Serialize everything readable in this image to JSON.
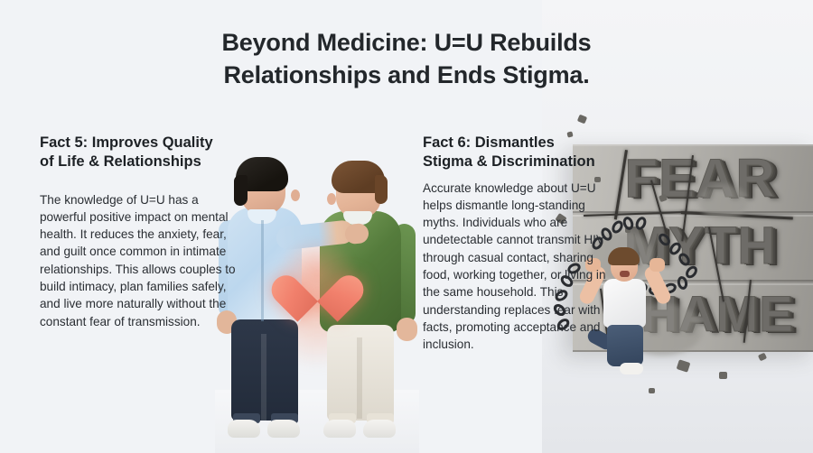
{
  "slide": {
    "background_color": "#f1f3f6",
    "title": "Beyond Medicine: U=U Rebuilds\nRelationships and Ends Stigma."
  },
  "facts": [
    {
      "heading": "Fact 5: Improves Quality\nof Life & Relationships",
      "body": "The knowledge of U=U has a powerful positive impact on mental health. It reduces the anxiety, fear, and guilt once common in intimate relationships. This allows couples to build intimacy, plan families safely, and live more naturally without the constant fear of transmission."
    },
    {
      "heading": "Fact 6: Dismantles\nStigma & Discrimination",
      "body": "Accurate knowledge about U=U helps dismantle long-standing myths. Individuals who are undetectable cannot transmit HIV through casual contact, sharing food, working together, or living in the same household. This understanding replaces fear with facts, promoting acceptance and inclusion."
    }
  ],
  "artwork_couple": {
    "name": "two-men-supportive-embrace-illustration",
    "heart_color": "#f1806c",
    "person_left": {
      "shirt_color": "#bcd7ee",
      "pants_color": "#2a3344",
      "hair_color": "#17140f",
      "shoe_color": "#f3f2ef"
    },
    "person_right": {
      "sweater_color": "#557c3c",
      "pants_color": "#e8e3d9",
      "hair_color": "#6a4528",
      "shoe_color": "#f5f4f1"
    }
  },
  "artwork_wall": {
    "name": "shattering-stigma-wall-illustration",
    "words": [
      "FEAR",
      "MYTH",
      "SHAME"
    ],
    "stone_color": "#b2b0ab",
    "chain_color": "#2a2c30",
    "breaker_person": {
      "shirt_color": "#f5f5f6",
      "jeans_color": "#3b4c66",
      "hair_color": "#6d4b2e"
    }
  }
}
